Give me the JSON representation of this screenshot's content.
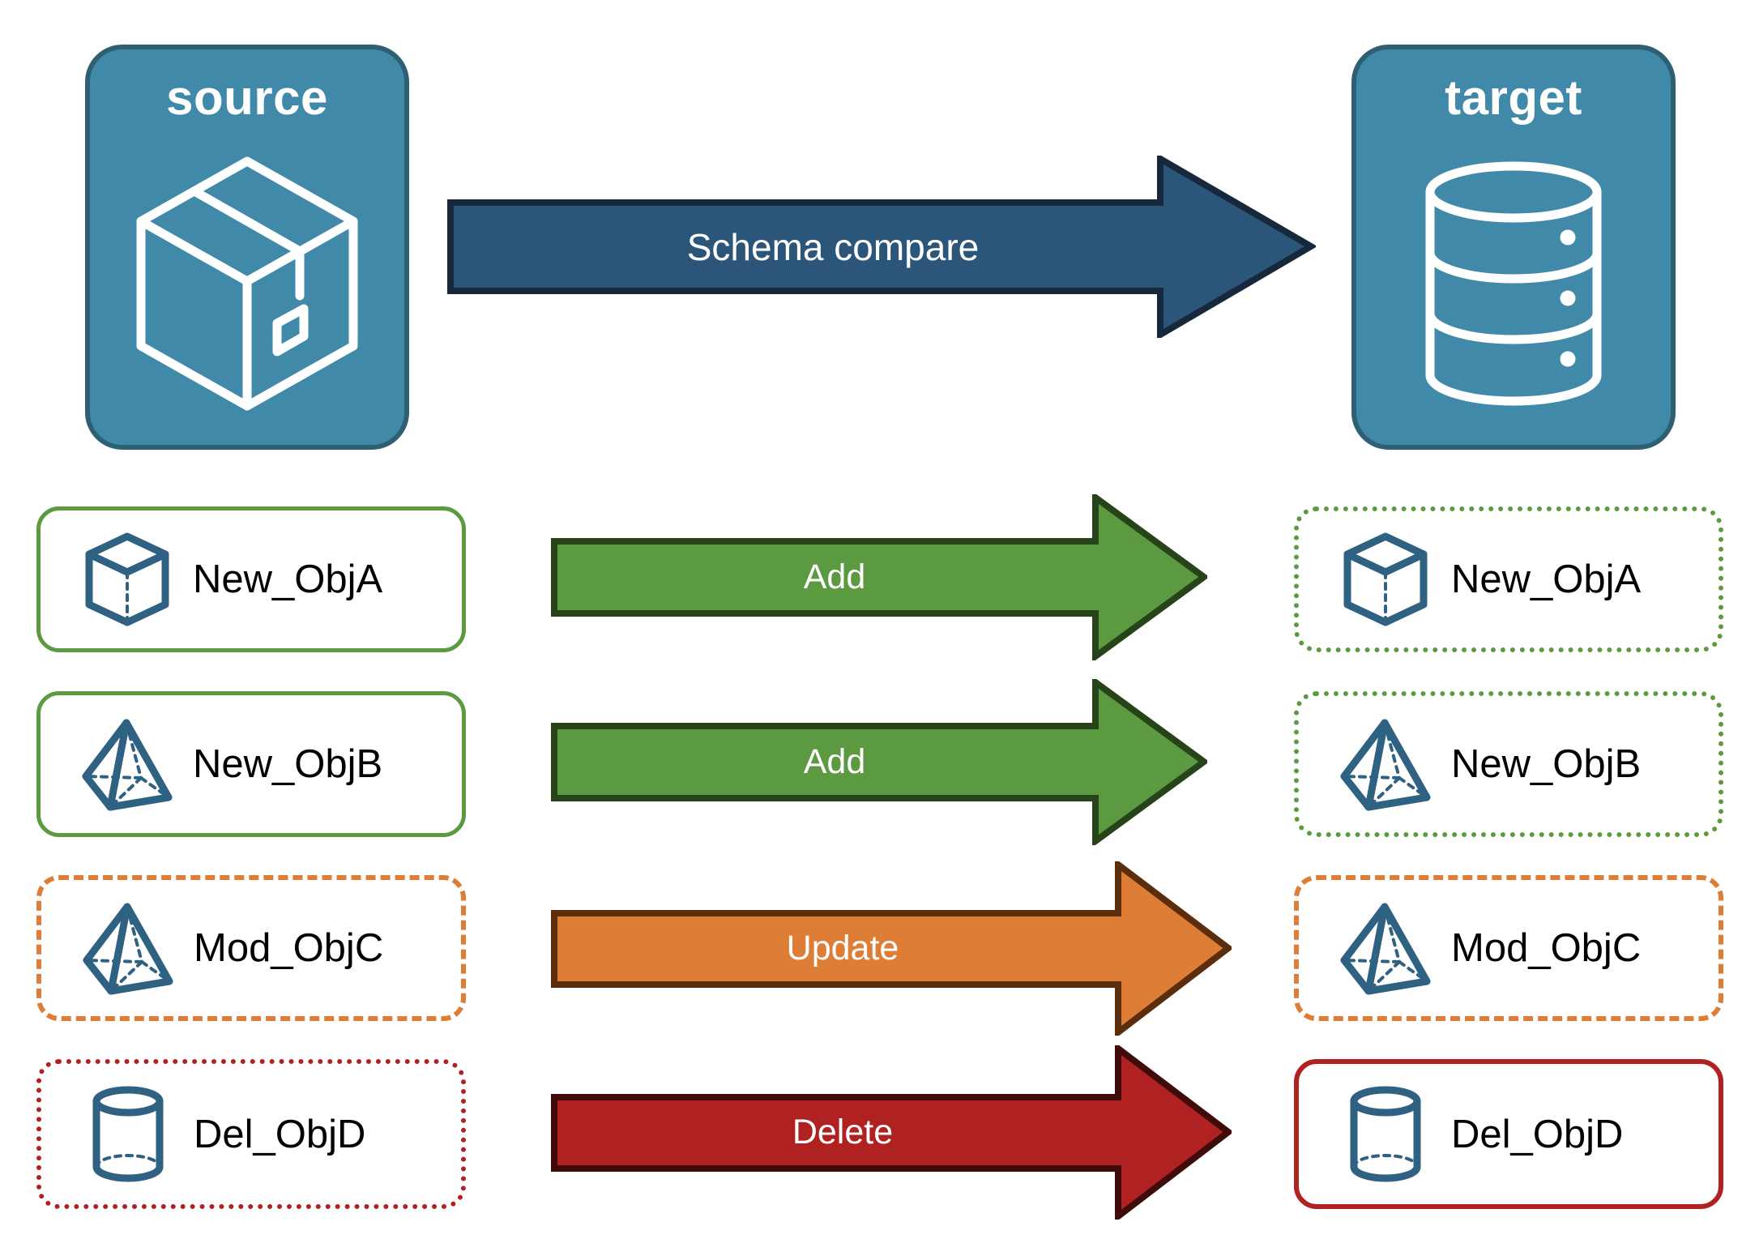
{
  "diagram": {
    "title": "Schema compare between source and target",
    "background": "#ffffff"
  },
  "endpoints": {
    "source": {
      "label": "source",
      "icon": "package-box-icon",
      "fill": "#4189A8",
      "border": "#2E5F73",
      "text_color": "#ffffff"
    },
    "target": {
      "label": "target",
      "icon": "database-cylinder-icon",
      "fill": "#4189A8",
      "border": "#2E5F73",
      "text_color": "#ffffff"
    }
  },
  "main_arrow": {
    "label": "Schema compare",
    "fill": "#2B5579",
    "border": "#18283C",
    "text_color": "#ffffff"
  },
  "colors": {
    "add": "#5B9A41",
    "add_border": "#27431A",
    "update": "#DE7D35",
    "update_border": "#5A2D0C",
    "delete": "#B02122",
    "delete_border": "#3F0B0B",
    "object_icon": "#2E6182",
    "object_text": "#000000"
  },
  "rows": [
    {
      "source_label": "New_ObjA",
      "source_icon": "wireframe-cube-icon",
      "source_border_style": "solid",
      "source_border_color": "#5B9A41",
      "arrow_label": "Add",
      "arrow_fill": "#5B9A41",
      "arrow_border": "#27431A",
      "target_label": "New_ObjA",
      "target_icon": "wireframe-cube-icon",
      "target_border_style": "dotted",
      "target_border_color": "#5B9A41"
    },
    {
      "source_label": "New_ObjB",
      "source_icon": "wireframe-pyramid-icon",
      "source_border_style": "solid",
      "source_border_color": "#5B9A41",
      "arrow_label": "Add",
      "arrow_fill": "#5B9A41",
      "arrow_border": "#27431A",
      "target_label": "New_ObjB",
      "target_icon": "wireframe-pyramid-icon",
      "target_border_style": "dotted",
      "target_border_color": "#5B9A41"
    },
    {
      "source_label": "Mod_ObjC",
      "source_icon": "wireframe-pyramid-icon",
      "source_border_style": "dashed",
      "source_border_color": "#DE7D35",
      "arrow_label": "Update",
      "arrow_fill": "#DE7D35",
      "arrow_border": "#5A2D0C",
      "target_label": "Mod_ObjC",
      "target_icon": "wireframe-pyramid-icon",
      "target_border_style": "dashed",
      "target_border_color": "#DE7D35"
    },
    {
      "source_label": "Del_ObjD",
      "source_icon": "wireframe-cylinder-icon",
      "source_border_style": "dotted",
      "source_border_color": "#B02122",
      "arrow_label": "Delete",
      "arrow_fill": "#B02122",
      "arrow_border": "#3F0B0B",
      "target_label": "Del_ObjD",
      "target_icon": "wireframe-cylinder-icon",
      "target_border_style": "solid",
      "target_border_color": "#B02122"
    }
  ]
}
